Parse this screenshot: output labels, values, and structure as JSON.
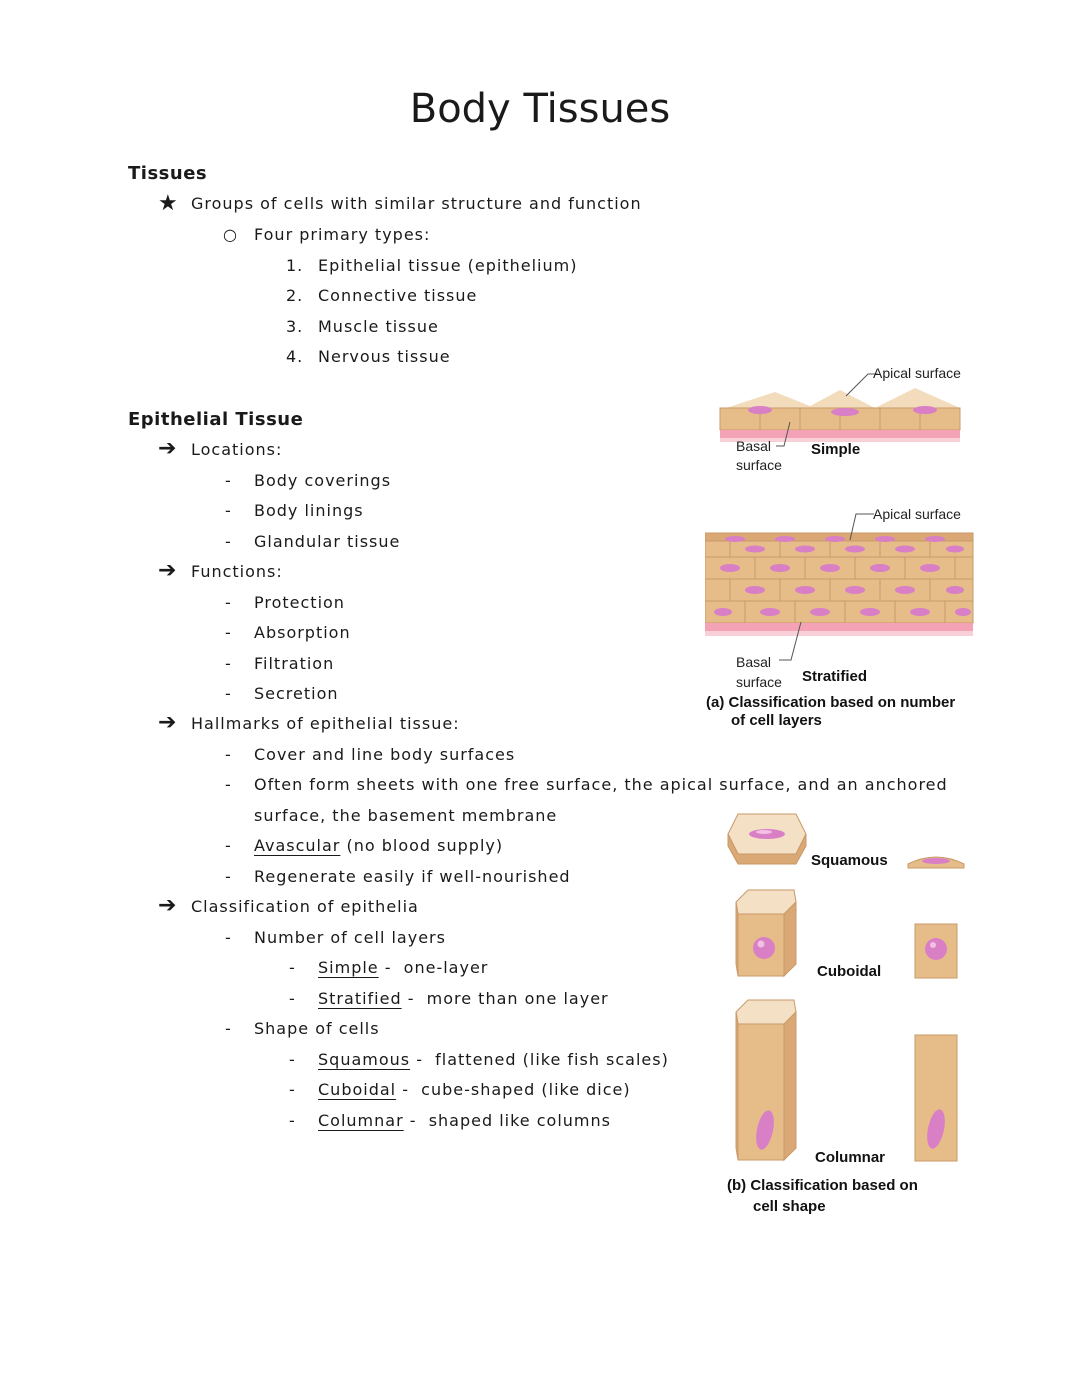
{
  "title": "Body Tissues",
  "tissues": {
    "heading": "Tissues",
    "star_item": "Groups of cells with similar structure and function",
    "sub_item": "Four primary types:",
    "types": [
      {
        "num": "1.",
        "text": "Epithelial tissue (epithelium)"
      },
      {
        "num": "2.",
        "text": "Connective tissue"
      },
      {
        "num": "3.",
        "text": "Muscle tissue"
      },
      {
        "num": "4.",
        "text": "Nervous tissue"
      }
    ]
  },
  "epithelial": {
    "heading": "Epithelial Tissue",
    "locations": {
      "label": "Locations:",
      "items": [
        "Body coverings",
        "Body linings",
        "Glandular tissue"
      ]
    },
    "functions": {
      "label": "Functions:",
      "items": [
        "Protection",
        "Absorption",
        "Filtration",
        "Secretion"
      ]
    },
    "hallmarks": {
      "label": "Hallmarks of epithelial tissue:",
      "item1": "Cover and line body surfaces",
      "item2_line1": "Often form sheets with one free surface, the apical surface, and an anchored",
      "item2_line2": "surface, the basement membrane",
      "item3_term": "Avascular",
      "item3_rest": "(no blood supply)",
      "item4": "Regenerate easily if well-nourished"
    },
    "classification": {
      "label": "Classification of epithelia",
      "layers_label": "Number of cell layers",
      "simple_term": "Simple",
      "simple_def": "one-layer",
      "stratified_term": "Stratified",
      "stratified_def": "more than one layer",
      "shape_label": "Shape of cells",
      "squamous_term": "Squamous",
      "squamous_def": "flattened (like fish scales)",
      "cuboidal_term": "Cuboidal",
      "cuboidal_def": "cube-shaped (like dice)",
      "columnar_term": "Columnar",
      "columnar_def": "shaped like columns"
    }
  },
  "figure": {
    "apical_1": "Apical surface",
    "basal_1a": "Basal",
    "basal_1b": "surface",
    "simple": "Simple",
    "apical_2": "Apical surface",
    "basal_2a": "Basal",
    "basal_2b": "surface",
    "stratified": "Stratified",
    "caption_a_1": "(a) Classification based on number",
    "caption_a_2": "of cell layers",
    "squamous": "Squamous",
    "cuboidal": "Cuboidal",
    "columnar": "Columnar",
    "caption_b_1": "(b) Classification based on",
    "caption_b_2": "cell shape"
  },
  "colors": {
    "cell": "#e8c08d",
    "nucleus": "#d97fc6",
    "basement": "#f3a3b5"
  }
}
